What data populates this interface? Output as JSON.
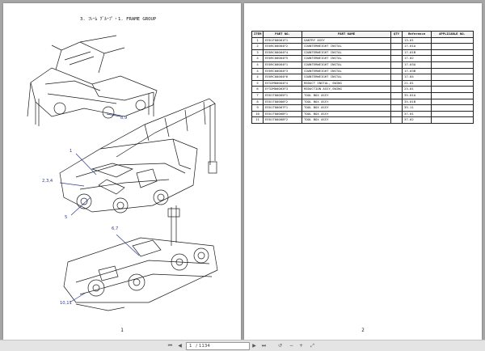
{
  "left_page": {
    "title": "3. ﾌﾚｰﾑ ｸﾞﾙｰﾌﾟ・1. FRAME GROUP",
    "page_number": "1",
    "callouts": {
      "top": "8,9",
      "mid_1": "1",
      "mid_234": "2,3,4",
      "mid_5": "5",
      "bot_67": "6,7",
      "bot_1011": "10,11"
    }
  },
  "right_page": {
    "page_number": "2",
    "table": {
      "headers": [
        "ITEM",
        "PART NO.",
        "PART NAME",
        "QTY",
        "Reference",
        "APPLICABLE NO."
      ],
      "rows": [
        [
          "1",
          "EE01F00001F1",
          "GANTRY ASSY",
          "",
          "13-01",
          ""
        ],
        [
          "2",
          "EE09C00004F2",
          "COUNTERWEIGHT INSTAL",
          "",
          "17-01A",
          ""
        ],
        [
          "3",
          "EE09C00004F4",
          "COUNTERWEIGHT INSTAL",
          "",
          "17-01B",
          ""
        ],
        [
          "4",
          "EE09C00004F5",
          "COUNTERWEIGHT INSTAL",
          "",
          "17-02",
          ""
        ],
        [
          "4",
          "EE09C00004F1",
          "COUNTERWEIGHT INSTAL",
          "",
          "17-03A",
          ""
        ],
        [
          "4",
          "EE09C00004F3",
          "COUNTERWEIGHT INSTAL",
          "",
          "17-03B",
          ""
        ],
        [
          "4",
          "EE09C00004F6",
          "COUNTERWEIGHT INSTAL",
          "",
          "17-04",
          ""
        ],
        [
          "5",
          "EE32M00004F4",
          "REDUCT INSTAL, SWING",
          "",
          "21-01",
          ""
        ],
        [
          "6",
          "EF32M00003F3",
          "REDUCTION ASSY,SWING",
          "",
          "23-01",
          ""
        ],
        [
          "7",
          "EE01T00005F1",
          "TOOL BOX ASSY",
          "",
          "35-01A",
          ""
        ],
        [
          "8",
          "EE01T00006F2",
          "TOOL BOX ASSY",
          "",
          "35-01B",
          ""
        ],
        [
          "9",
          "EE01T00007F1",
          "TOOL BOX ASSY",
          "",
          "35-11",
          ""
        ],
        [
          "10",
          "EE01T00008F1",
          "TOOL BOX ASSY",
          "",
          "37-01",
          ""
        ],
        [
          "11",
          "EE01T00008F2",
          "TOOL BOX ASSY",
          "",
          "37-02",
          ""
        ]
      ]
    }
  },
  "toolbar": {
    "page_value": "1",
    "total": "/ 1134",
    "icons": [
      "first-page-icon",
      "prev-page-icon",
      "next-page-icon",
      "last-page-icon",
      "rotate-left-icon",
      "zoom-out-icon",
      "zoom-in-icon",
      "fit-page-icon"
    ]
  }
}
